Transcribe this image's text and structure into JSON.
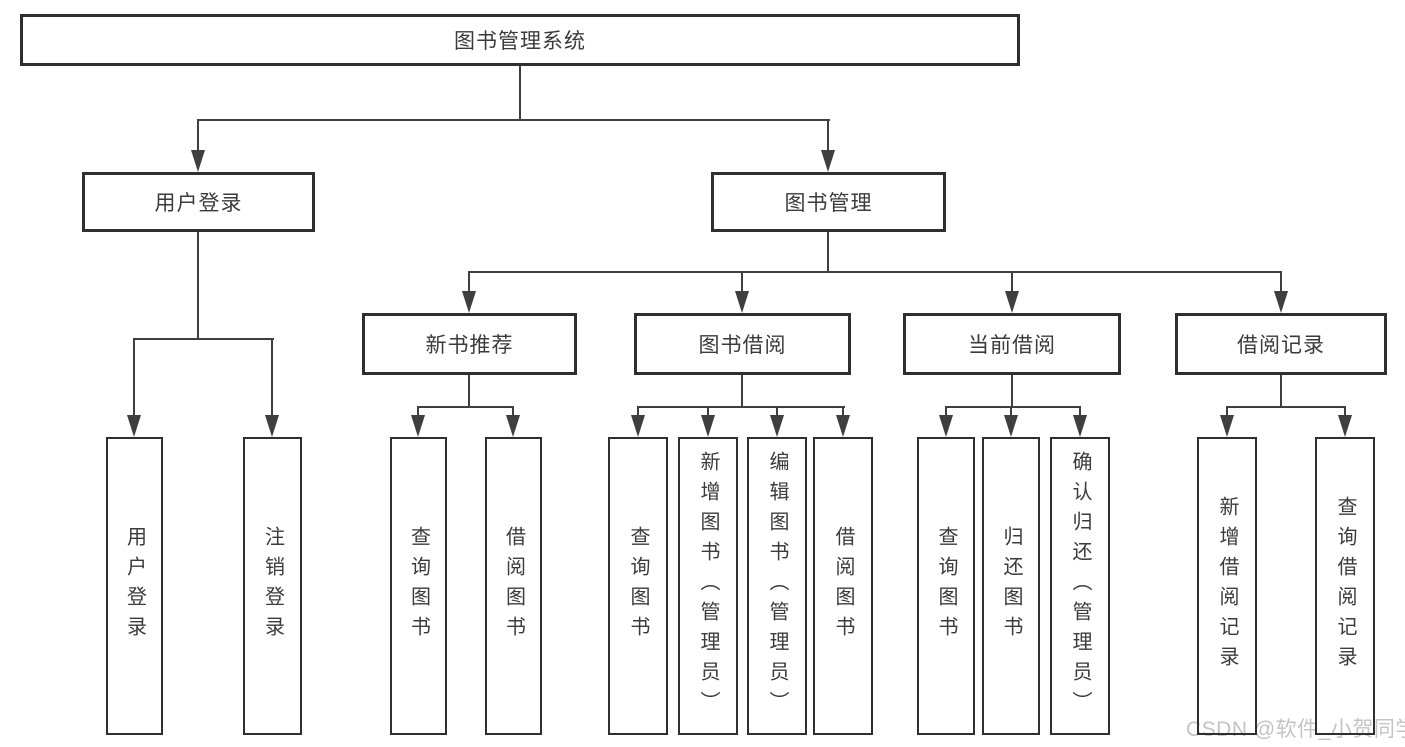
{
  "diagram": {
    "root": {
      "label": "图书管理系统"
    },
    "modules": [
      {
        "label": "用户登录",
        "features": [
          {
            "label": "用户登录"
          },
          {
            "label": "注销登录"
          }
        ]
      },
      {
        "label": "图书管理",
        "sections": [
          {
            "label": "新书推荐",
            "features": [
              {
                "label": "查询图书"
              },
              {
                "label": "借阅图书"
              }
            ]
          },
          {
            "label": "图书借阅",
            "features": [
              {
                "label": "查询图书"
              },
              {
                "label": "新增图书（管理员）"
              },
              {
                "label": "编辑图书（管理员）"
              },
              {
                "label": "借阅图书"
              }
            ]
          },
          {
            "label": "当前借阅",
            "features": [
              {
                "label": "查询图书"
              },
              {
                "label": "归还图书"
              },
              {
                "label": "确认归还（管理员）"
              }
            ]
          },
          {
            "label": "借阅记录",
            "features": [
              {
                "label": "新增借阅记录"
              },
              {
                "label": "查询借阅记录"
              }
            ]
          }
        ]
      }
    ]
  },
  "watermark": {
    "text": "CSDN @软件_小贺同学"
  },
  "colors": {
    "line": "#3f3f3f",
    "box_border": "#2f2f2f",
    "text": "#3b3b3b",
    "watermark": "#c4c4c4",
    "background": "#ffffff"
  }
}
